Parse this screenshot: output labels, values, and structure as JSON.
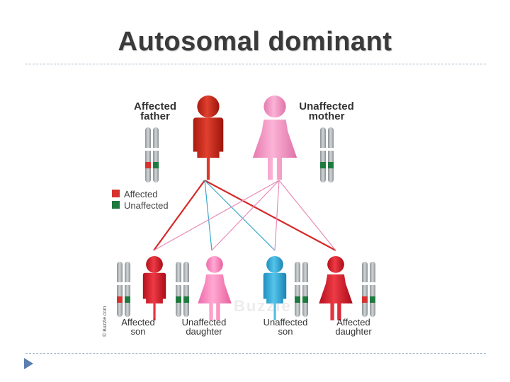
{
  "title": "Autosomal dominant",
  "parents": {
    "father": {
      "line1": "Affected",
      "line2": "father"
    },
    "mother": {
      "line1": "Unaffected",
      "line2": "mother"
    }
  },
  "legend": {
    "affected": {
      "label": "Affected",
      "color": "#d6322f"
    },
    "unaffected": {
      "label": "Unaffected",
      "color": "#1e7a3e"
    }
  },
  "children": [
    {
      "line1": "Affected",
      "line2": "son"
    },
    {
      "line1": "Unaffected",
      "line2": "daughter"
    },
    {
      "line1": "Unaffected",
      "line2": "son"
    },
    {
      "line1": "Affected",
      "line2": "daughter"
    }
  ],
  "watermark": "Buzzle",
  "copyright": "© Buzzle.com",
  "colors": {
    "father_red": "#c9271b",
    "mother_pink": "#f08fbf",
    "daughter_pink": "#f27cb5",
    "son_blue": "#2fa7d6",
    "line_red": "#d52a2a",
    "line_blue": "#35a6c9",
    "line_pink": "#e98bb7"
  }
}
